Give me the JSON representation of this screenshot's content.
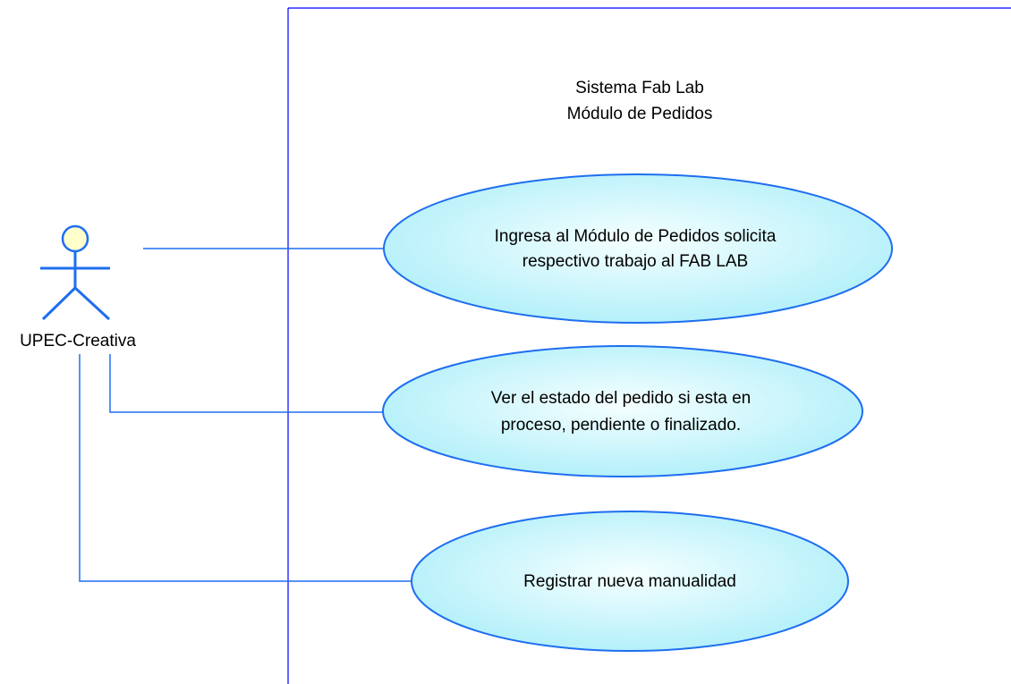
{
  "system": {
    "title_line1": "Sistema Fab Lab",
    "title_line2": "Módulo de Pedidos"
  },
  "actor": {
    "name": "UPEC-Creativa"
  },
  "use_cases": [
    {
      "line1": "Ingresa al Módulo de Pedidos solicita",
      "line2": "respectivo trabajo al  FAB LAB"
    },
    {
      "line1": "Ver el estado del pedido si esta en",
      "line2": "proceso, pendiente o finalizado."
    },
    {
      "line1": "Registrar nueva manualidad"
    }
  ],
  "colors": {
    "system_border": "#0000ff",
    "connector": "#1e6ef0",
    "actor_stroke": "#1e6ef0",
    "actor_head_fill": "#ffffcc",
    "use_case_fill_center": "#f5ffff",
    "use_case_fill_edge": "#b4f0fa",
    "use_case_stroke": "#1e6ef0"
  }
}
